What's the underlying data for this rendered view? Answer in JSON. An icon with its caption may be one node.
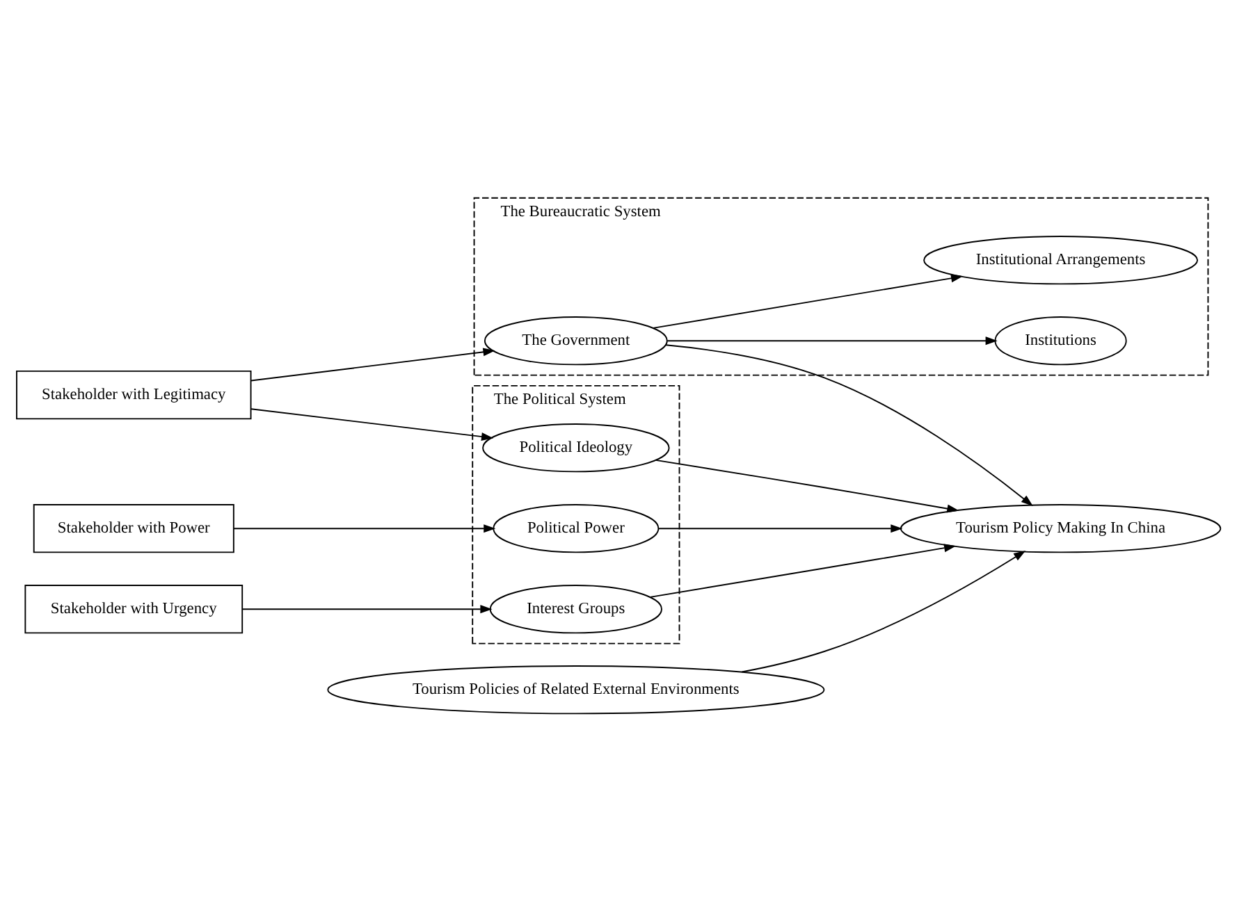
{
  "diagram": {
    "nodes": [
      {
        "text": [
          "The Political System"
        ]
      },
      {
        "text": [
          "Political Power"
        ],
        "in": 0
      },
      {
        "text": [
          "Interest Groups"
        ],
        "in": 0
      },
      {
        "text": [
          "Political Ideology"
        ],
        "in": 0
      },
      {
        "text": [
          "The Bureaucratic System"
        ]
      },
      {
        "text": [
          "The Government"
        ],
        "in": 4
      },
      {
        "text": [
          "Institutions"
        ],
        "in": 4
      },
      {
        "text": [
          "Institutional Arrangements"
        ],
        "in": 4
      },
      {
        "text": [
          "Stakeholder with Power"
        ]
      },
      {
        "text": [
          "Stakeholder with Urgency"
        ]
      },
      {
        "text": [
          "Stakeholder with Legitimacy"
        ]
      },
      {
        "text": [
          "Tourism Policies of Related External Environments"
        ]
      },
      {
        "text": [
          "Tourism Policy Making In China"
        ]
      }
    ],
    "edges": [
      {
        "from": 8,
        "to": 1,
        "arrow": "to"
      },
      {
        "from": 9,
        "to": 2,
        "arrow": "to"
      },
      {
        "from": 10,
        "to": 3,
        "arrow": "to"
      },
      {
        "from": 10,
        "to": 5,
        "arrow": "to"
      },
      {
        "from": 1,
        "to": 12,
        "arrow": "to"
      },
      {
        "from": 2,
        "to": 12,
        "arrow": "to"
      },
      {
        "from": 3,
        "to": 12,
        "arrow": "to"
      },
      {
        "from": 5,
        "to": 12,
        "arrow": "to"
      },
      {
        "from": 11,
        "to": 12,
        "arrow": "to"
      },
      {
        "from": 5,
        "to": 6,
        "arrow": "to"
      },
      {
        "from": 5,
        "to": 7,
        "arrow": "to"
      }
    ]
  }
}
